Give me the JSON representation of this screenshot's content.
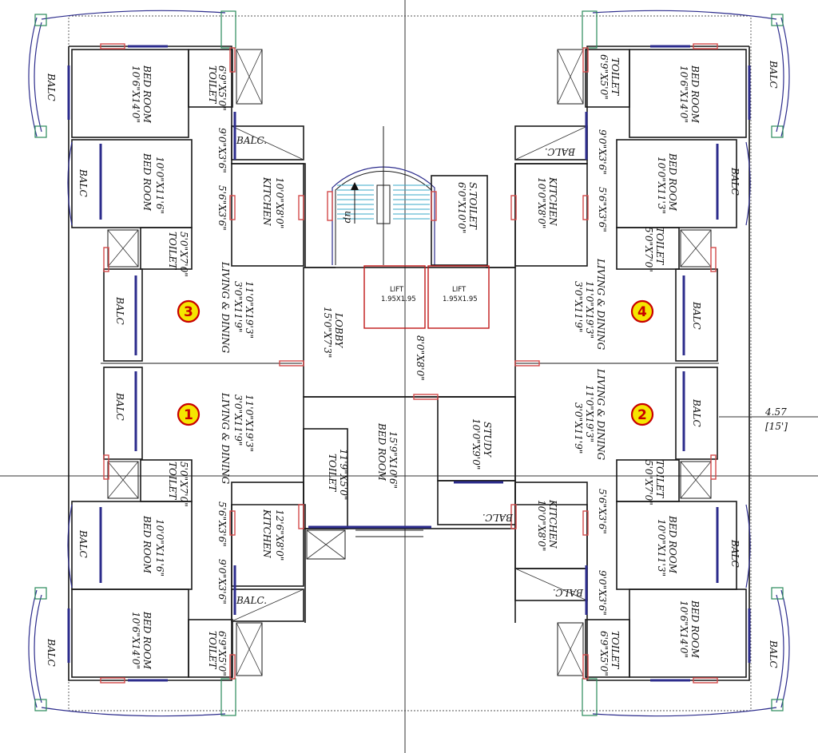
{
  "rooms": {
    "bed_a": "BED ROOM",
    "bed_a_size": "10'6\"X14'0\"",
    "bed_b": "BED ROOM",
    "bed_b_size": "10'0\"X11'6\"",
    "bed_b2_size": "10'0\"X11'3\"",
    "toilet": "TOILET",
    "toilet_a_size": "6'9\"X5'0\"",
    "toilet_b_size": "5'0\"X7'0\"",
    "balc": "BALC",
    "balc_dot": "BALC.",
    "passage_size": "9'0\"X3'6\"",
    "passage_b_size": "5'6\"X3'6\"",
    "kitchen": "KITCHEN",
    "kitchen_size": "10'0\"X8'0\"",
    "kitchen_b_size": "12'6\"X8'0\"",
    "living": "LIVING & DINING",
    "living_size": "11'0\"X19'3\"",
    "living_size2": "3'0\"X11'9\"",
    "lobby": "LOBBY",
    "lobby_size": "15'0\"X7'3\"",
    "lift": "LIFT",
    "lift_size": "1.95X1.95",
    "stoilet": "S.TOILET",
    "stoilet_size": "6'0\"X10'0\"",
    "up": "up",
    "center_size": "8'0\"X8'0\"",
    "center_bed": "BED ROOM",
    "center_bed_size": "15'9\"X10'6\"",
    "center_toilet": "TOILET",
    "center_toilet_size": "11'9\"X5'0\"",
    "study": "STUDY",
    "study_size": "10'0\"X9'0\""
  },
  "units": [
    "1",
    "2",
    "3",
    "4"
  ],
  "dimension": {
    "value": "4.57",
    "unit": "[15']"
  },
  "colors": {
    "wall": "#1a1a1a",
    "window": "#2c2c8c",
    "door": "#d24a4a",
    "lift": "#c01818",
    "stair": "#3aa8c8",
    "unit_badge": "#f5e600",
    "unit_text": "#c80000"
  }
}
